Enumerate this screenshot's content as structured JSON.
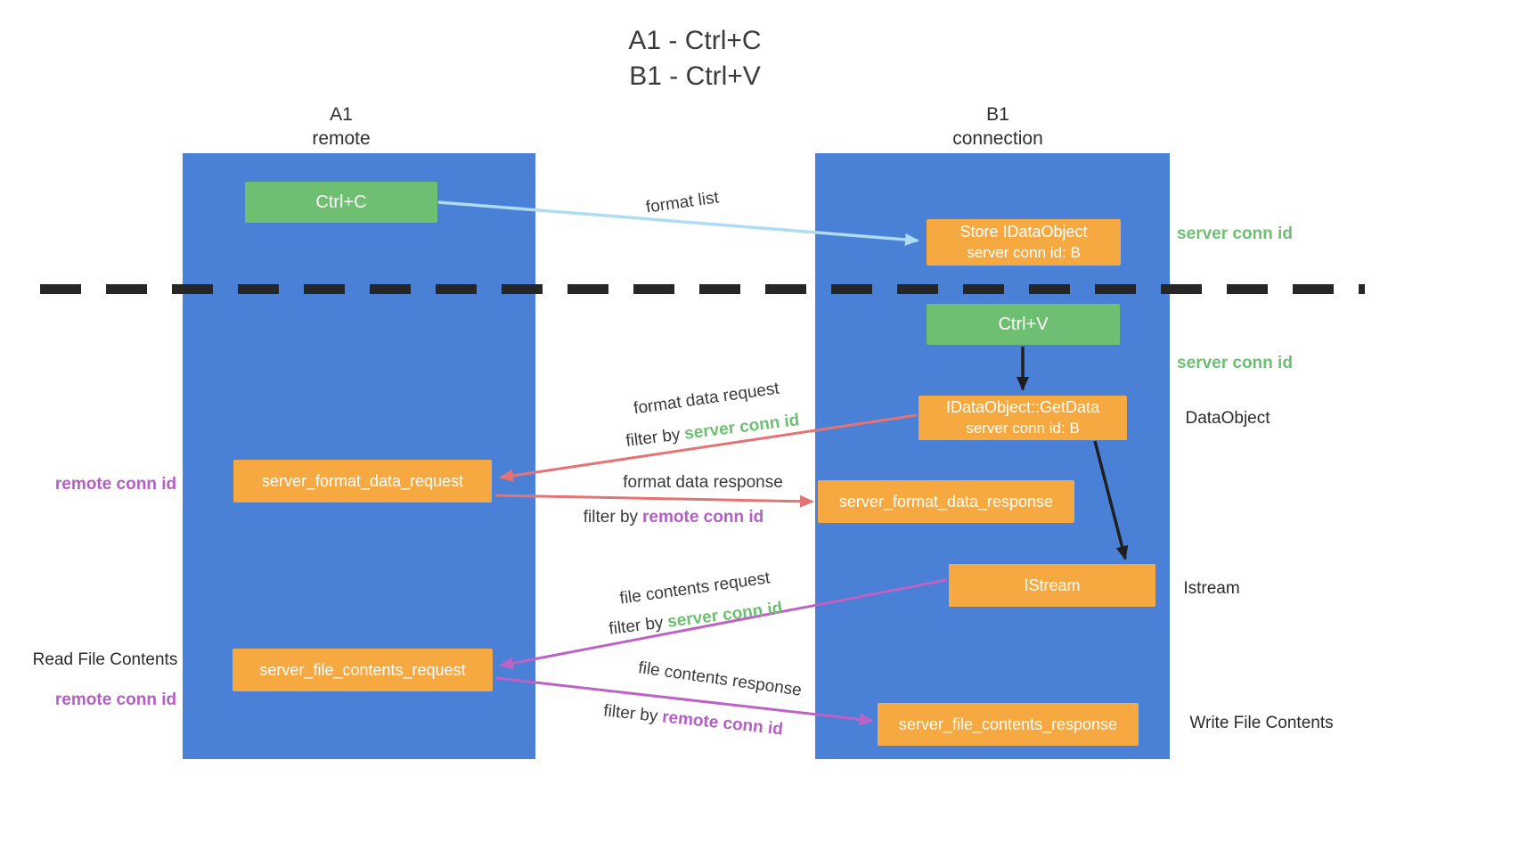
{
  "title": {
    "line1": "A1 - Ctrl+C",
    "line2": "B1 - Ctrl+V"
  },
  "lanes": {
    "left": {
      "name": "A1",
      "type": "remote"
    },
    "right": {
      "name": "B1",
      "type": "connection"
    }
  },
  "nodes": {
    "ctrl_c": {
      "label": "Ctrl+C"
    },
    "store_idataobject": {
      "line1": "Store IDataObject",
      "line2": "server conn id: B"
    },
    "ctrl_v": {
      "label": "Ctrl+V"
    },
    "getdata": {
      "line1": "IDataObject::GetData",
      "line2": "server conn id: B"
    },
    "server_format_data_request": {
      "label": "server_format_data_request"
    },
    "server_format_data_response": {
      "label": "server_format_data_response"
    },
    "istream": {
      "label": "IStream"
    },
    "server_file_contents_request": {
      "label": "server_file_contents_request"
    },
    "server_file_contents_response": {
      "label": "server_file_contents_response"
    }
  },
  "edges": {
    "format_list": {
      "label": "format list"
    },
    "format_data_request": {
      "label": "format data request",
      "filter_prefix": "filter by",
      "filter_key": "server conn id"
    },
    "format_data_response": {
      "label": "format data response",
      "filter_prefix": "filter by",
      "filter_key": "remote conn id"
    },
    "file_contents_request": {
      "label": "file contents request",
      "filter_prefix": "filter by",
      "filter_key": "server conn id"
    },
    "file_contents_response": {
      "label": "file contents response",
      "filter_prefix": "filter by",
      "filter_key": "remote conn id"
    }
  },
  "annotations": {
    "server_conn_id_store": "server conn id",
    "server_conn_id_paste": "server conn id",
    "dataobject": "DataObject",
    "istream": "Istream",
    "write_file_contents": "Write File Contents",
    "remote_conn_id_format": "remote conn id",
    "read_file_contents": "Read File Contents",
    "remote_conn_id_file": "remote conn id"
  },
  "colors": {
    "lane_blue": "#4A80D6",
    "box_green": "#6FBF73",
    "box_orange": "#F7A941",
    "arrow_red": "#E57373",
    "arrow_purple": "#BD63C5",
    "arrow_blue": "#AEDCF2",
    "arrow_black": "#1F1F1F",
    "text_green": "#6FBF73",
    "text_purple": "#B35FC4",
    "divider_black": "#262626"
  }
}
